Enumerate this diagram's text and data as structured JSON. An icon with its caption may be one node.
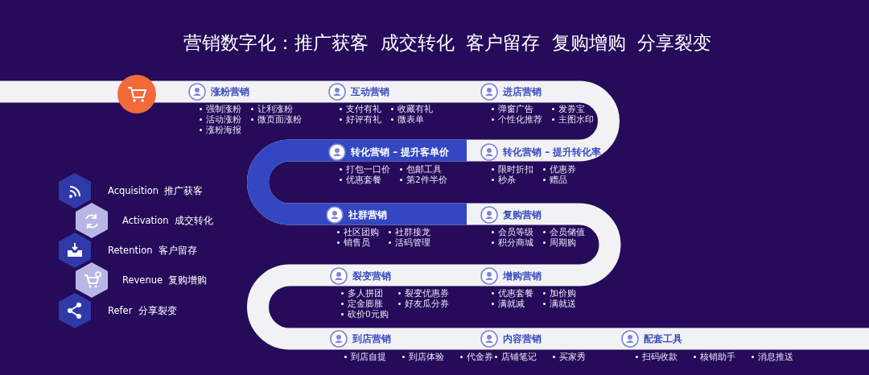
{
  "diagram": {
    "title": "营销数字化：推广获客  成交转化  客户留存  复购增购  分享裂变",
    "nodes": [
      {
        "text": [
          "涨粉营销",
          "强制涨粉",
          "让利涨粉",
          "活动涨粉",
          "微页面涨粉",
          "涨粉海报"
        ]
      },
      {
        "text": [
          "互动营销",
          "支付有礼",
          "收藏有礼",
          "好评有礼",
          "微表单"
        ]
      },
      {
        "text": [
          "进店营销",
          "弹窗广告",
          "发券宝",
          "个性化推荐",
          "主图水印"
        ]
      },
      {
        "text": [
          "转化营销 – 提升客单价",
          "打包一口价",
          "包邮工具",
          "优惠套餐",
          "第2件半价"
        ]
      },
      {
        "text": [
          "转化营销 – 提升转化率",
          "限时折扣",
          "优惠券",
          "秒杀",
          "赠品"
        ]
      },
      {
        "text": [
          "社群营销",
          "社区团购",
          "社群接龙",
          "销售员",
          "活码管理"
        ]
      },
      {
        "text": [
          "复购营销",
          "会员等级",
          "会员储值",
          "积分商城",
          "周期购"
        ]
      },
      {
        "text": [
          "裂变营销",
          "多人拼团",
          "裂变优惠券",
          "定金膨胀",
          "好友瓜分券",
          "砍价0元购"
        ]
      },
      {
        "text": [
          "增购营销",
          "优惠套餐",
          "加价购",
          "满就减",
          "满就送"
        ]
      },
      {
        "text": [
          "到店营销",
          "到店自提",
          "到店体验",
          "代金券"
        ]
      },
      {
        "text": [
          "内容营销",
          "店铺笔记",
          "买家秀"
        ]
      },
      {
        "text": [
          "配套工具",
          "扫码收款",
          "核销助手",
          "消息推送"
        ]
      },
      {
        "text": [
          "Acquisition  推广获客"
        ]
      },
      {
        "text": [
          "Activation  成交转化"
        ]
      },
      {
        "text": [
          "Retention  客户留存"
        ]
      },
      {
        "text": [
          "Revenue  复购增购"
        ]
      },
      {
        "text": [
          "Refer  分享裂变"
        ]
      }
    ]
  }
}
